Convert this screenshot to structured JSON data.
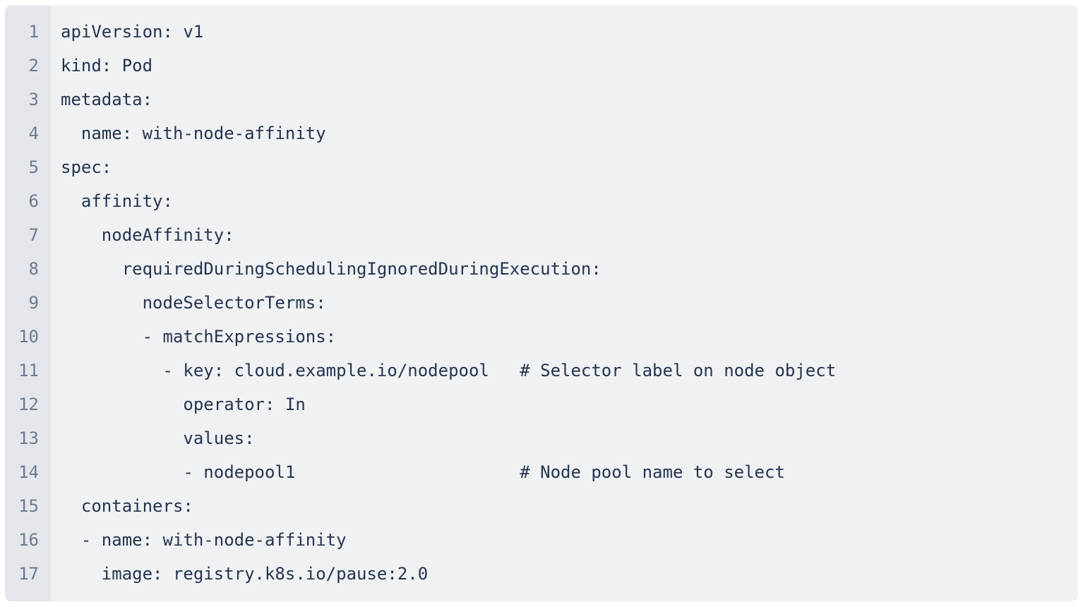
{
  "colors": {
    "page_background": "#ffffff",
    "block_background": "#eff1f3",
    "gutter_background": "#e4e6ea",
    "line_number_color": "#6b7b93",
    "code_text_color": "#25344f"
  },
  "code_block": {
    "lines": [
      {
        "number": "1",
        "code": "apiVersion: v1"
      },
      {
        "number": "2",
        "code": "kind: Pod"
      },
      {
        "number": "3",
        "code": "metadata:"
      },
      {
        "number": "4",
        "code": "  name: with-node-affinity"
      },
      {
        "number": "5",
        "code": "spec:"
      },
      {
        "number": "6",
        "code": "  affinity:"
      },
      {
        "number": "7",
        "code": "    nodeAffinity:"
      },
      {
        "number": "8",
        "code": "      requiredDuringSchedulingIgnoredDuringExecution:"
      },
      {
        "number": "9",
        "code": "        nodeSelectorTerms:"
      },
      {
        "number": "10",
        "code": "        - matchExpressions:"
      },
      {
        "number": "11",
        "code": "          - key: cloud.example.io/nodepool   # Selector label on node object"
      },
      {
        "number": "12",
        "code": "            operator: In"
      },
      {
        "number": "13",
        "code": "            values:"
      },
      {
        "number": "14",
        "code": "            - nodepool1                      # Node pool name to select"
      },
      {
        "number": "15",
        "code": "  containers:"
      },
      {
        "number": "16",
        "code": "  - name: with-node-affinity"
      },
      {
        "number": "17",
        "code": "    image: registry.k8s.io/pause:2.0"
      }
    ]
  }
}
